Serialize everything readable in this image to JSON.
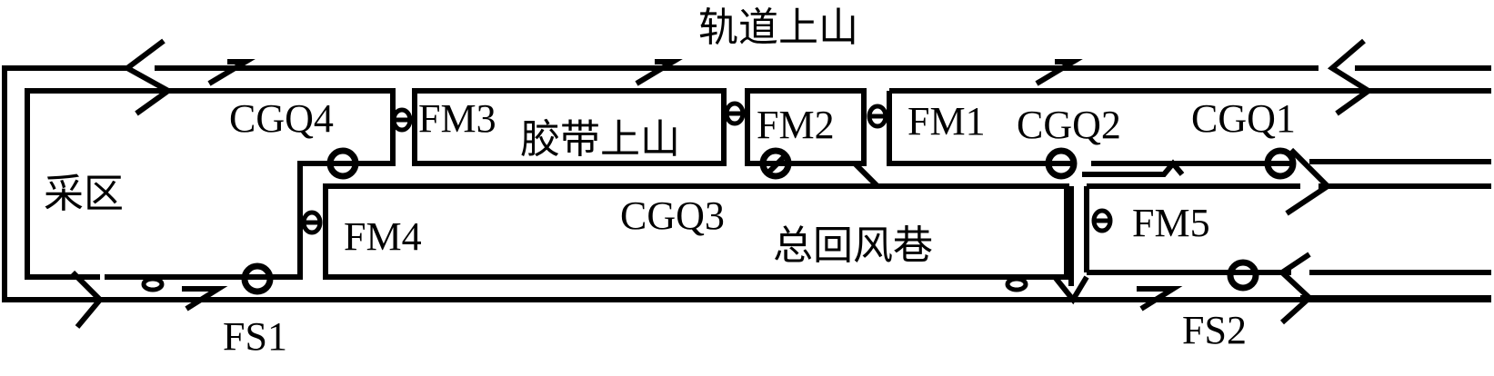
{
  "labels": {
    "track_incline": "轨道上山",
    "belt_incline": "胶带上山",
    "mining_area": "采区",
    "main_return": "总回风巷",
    "fm1": "FM1",
    "fm2": "FM2",
    "fm3": "FM3",
    "fm4": "FM4",
    "fm5": "FM5",
    "cgq1": "CGQ1",
    "cgq2": "CGQ2",
    "cgq3": "CGQ3",
    "cgq4": "CGQ4",
    "fs1": "FS1",
    "fs2": "FS2"
  },
  "colors": {
    "stroke": "#000000",
    "background": "#ffffff"
  },
  "icons": {
    "sensor": "sensor-ring-icon",
    "damper": "air-door-icon",
    "airflow": "airflow-arrow-icon"
  }
}
